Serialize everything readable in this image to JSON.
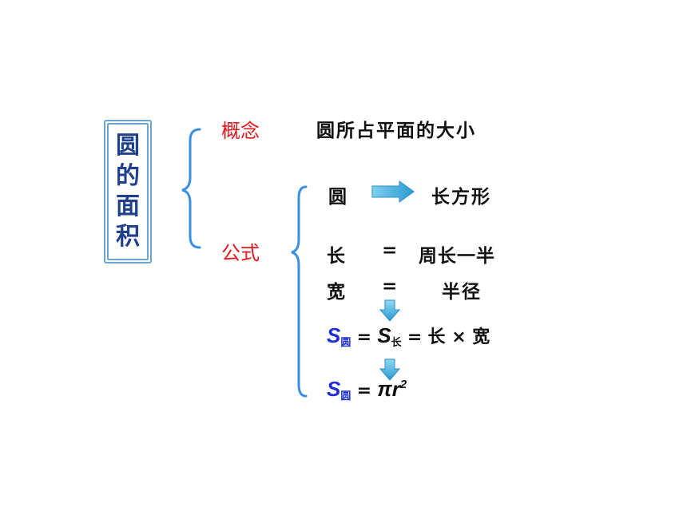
{
  "title": {
    "chars": [
      "圆",
      "的",
      "面",
      "积"
    ]
  },
  "concept": {
    "label": "概念",
    "text": "圆所占平面的大小"
  },
  "formula": {
    "label": "公式",
    "transform_from": "圆",
    "transform_to": "长方形",
    "length_label": "长",
    "length_eq": "=",
    "length_value": "周长一半",
    "width_label": "宽",
    "width_eq": "=",
    "width_value": "半径",
    "area_rect": {
      "s1": "S",
      "s1_sub": "圆",
      "eq1": "=",
      "s2": "S",
      "s2_sub": "长",
      "eq2": "=",
      "rhs": "长 × 宽"
    },
    "area_circle": {
      "s": "S",
      "s_sub": "圆",
      "eq": "=",
      "pi": "π",
      "r": "r",
      "exp": "2"
    }
  },
  "colors": {
    "label_red": "#e8151b",
    "title_blue": "#1f3f8f",
    "brace_blue": "#3a8fe0",
    "arrow_blue": "#3aa6d9",
    "formula_blue": "#1e2fd8"
  }
}
